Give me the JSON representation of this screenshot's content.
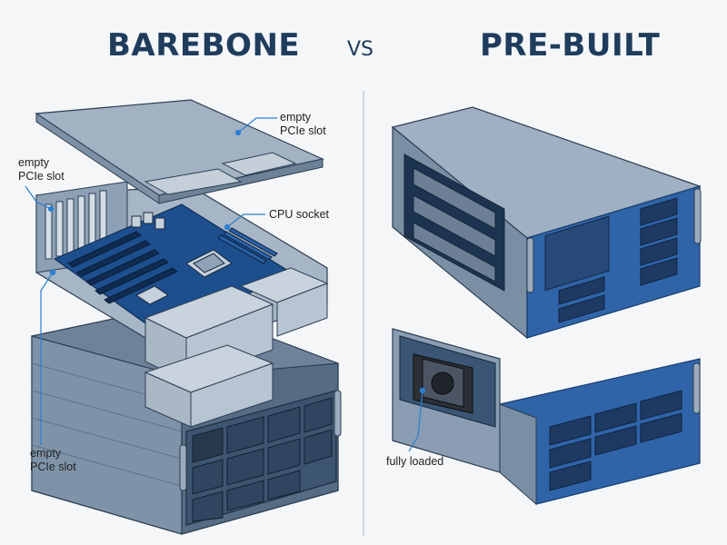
{
  "header": {
    "left_title": "BAREBONE",
    "vs": "VS",
    "right_title": "PRE-BUILT"
  },
  "callouts": {
    "top_right_slot": {
      "line1": "empty",
      "line2": "PCIe slot"
    },
    "left_slot": {
      "line1": "empty",
      "line2": "PCIe slot"
    },
    "cpu": "CPU socket",
    "bottom_slot": {
      "line1": "empty",
      "line2": "PCIe slot"
    },
    "loaded": "fully loaded"
  },
  "colors": {
    "title": "#1f3c5c",
    "chassis_gray": "#8497ab",
    "chassis_dark": "#3e556e",
    "board_blue": "#1d4f8e",
    "front_blue": "#2f64a8",
    "callout_line": "#2a7fd0"
  }
}
